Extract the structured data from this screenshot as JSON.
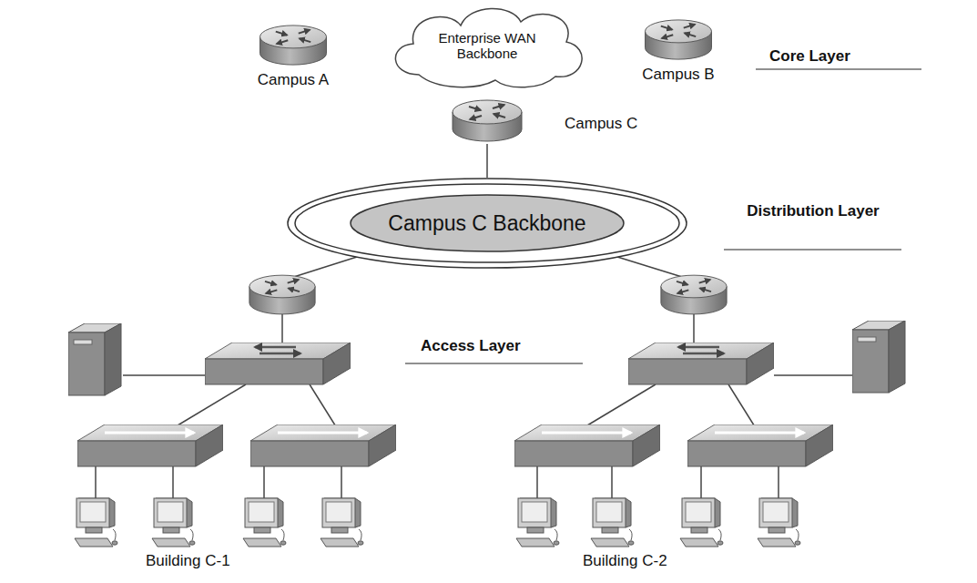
{
  "diagram": {
    "nodes": [
      {
        "text": [
          "Enterprise WAN Backbone"
        ]
      },
      {
        "text": [
          "Campus A"
        ]
      },
      {
        "text": [
          "Campus B"
        ]
      },
      {
        "text": [
          "Campus C"
        ]
      },
      {
        "text": [
          "Campus C Backbone"
        ]
      }
    ],
    "edges": [
      {
        "from": 3,
        "to": 4,
        "arrow": "none"
      }
    ],
    "labels": [
      "Core Layer",
      "Distribution Layer",
      "Access Layer",
      "Building C-1",
      "Building C-2"
    ]
  }
}
